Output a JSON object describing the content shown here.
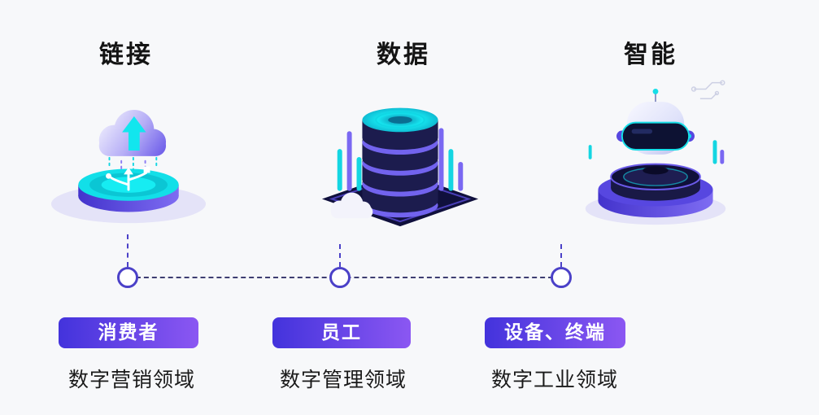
{
  "page": {
    "background": "#f7f8fa"
  },
  "columns": [
    {
      "title": "链接",
      "icon": "cloud-usb-icon",
      "pill": "消费者",
      "field": "数字营销领域"
    },
    {
      "title": "数据",
      "icon": "database-icon",
      "pill": "员工",
      "field": "数字管理领域"
    },
    {
      "title": "智能",
      "icon": "ai-robot-icon",
      "pill": "设备、终端",
      "field": "数字工业领域"
    }
  ],
  "colors": {
    "pill_start": "#4333dc",
    "pill_end": "#8b57f2",
    "accent_cyan": "#12dfe8",
    "indigo": "#5a49e2",
    "dark_navy": "#10103a",
    "timeline": "#3e3e72",
    "text": "#141414",
    "page_bg": "#f7f8fa"
  }
}
